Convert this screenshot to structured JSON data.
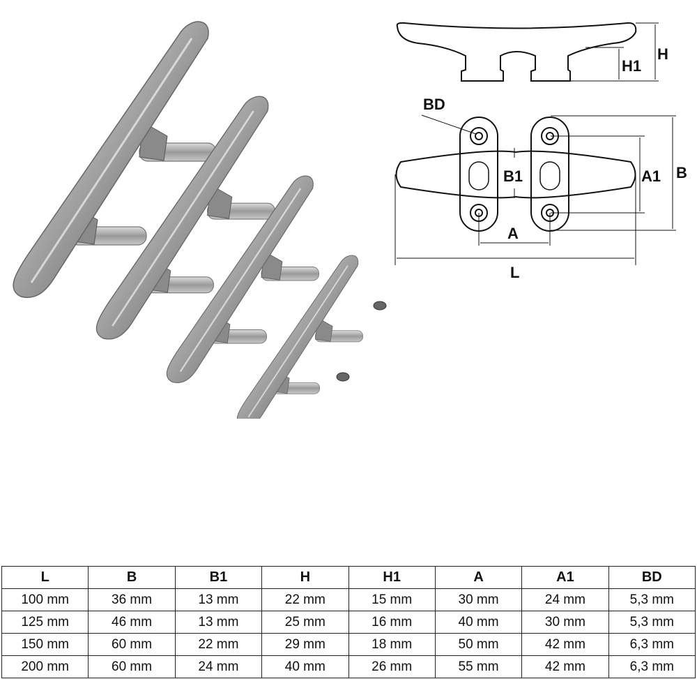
{
  "drawing_labels": {
    "h": "H",
    "h1": "H1",
    "bd": "BD",
    "b1": "B1",
    "a1": "A1",
    "b": "B",
    "a": "A",
    "l": "L"
  },
  "spec_table": {
    "headers": [
      "L",
      "B",
      "B1",
      "H",
      "H1",
      "A",
      "A1",
      "BD"
    ],
    "rows": [
      [
        "100 mm",
        "36 mm",
        "13 mm",
        "22 mm",
        "15 mm",
        "30 mm",
        "24 mm",
        "5,3 mm"
      ],
      [
        "125 mm",
        "46 mm",
        "13 mm",
        "25 mm",
        "16 mm",
        "40 mm",
        "30 mm",
        "5,3 mm"
      ],
      [
        "150 mm",
        "60 mm",
        "22 mm",
        "29 mm",
        "18 mm",
        "50 mm",
        "42 mm",
        "6,3 mm"
      ],
      [
        "200 mm",
        "60 mm",
        "24 mm",
        "40 mm",
        "26 mm",
        "55 mm",
        "42 mm",
        "6,3 mm"
      ]
    ]
  }
}
